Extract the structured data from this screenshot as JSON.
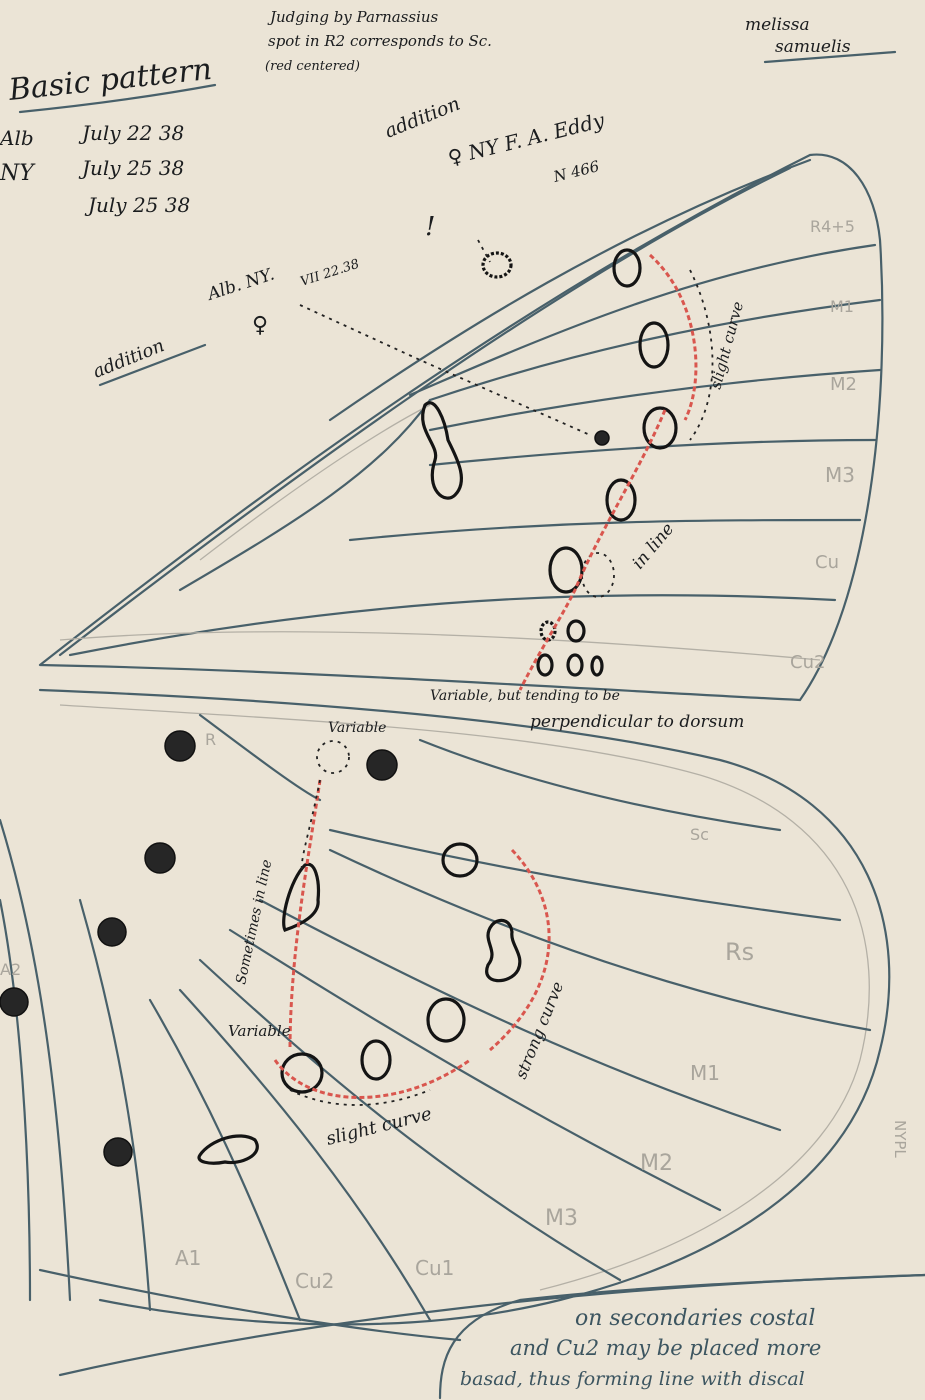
{
  "header": {
    "title": "Basic pattern",
    "note_top": [
      "Judging by Parnassius",
      "spot in R2 corresponds to Sc.",
      "(red centered)"
    ],
    "species": [
      "melissa",
      "samuelis"
    ],
    "localities": [
      "Alb",
      "NY"
    ],
    "dates": [
      "July 22 38",
      "July 25 38",
      "July 25 38"
    ]
  },
  "forewing": {
    "addition_1": "addition",
    "addition_1_specimen": [
      "♀ NY F. A. Eddy",
      "N 466"
    ],
    "exclamation": "!",
    "addition_2": "addition",
    "addition_2_specimen": [
      "Alb. NY.",
      "♀",
      "VII 22.38"
    ],
    "vein_labels": [
      "R4+5",
      "M1",
      "M2",
      "M3",
      "Cu",
      "Cu2"
    ],
    "notes": {
      "slight_curve": "slight curve",
      "in_line": "in line",
      "variable": [
        "Variable, but tending to be",
        "perpendicular to dorsum"
      ]
    }
  },
  "hindwing": {
    "vein_labels": [
      "R",
      "Sc",
      "Rs",
      "M1",
      "M2",
      "M3",
      "Cu1",
      "Cu2",
      "A1",
      "A2"
    ],
    "notes": {
      "variable_top": "Variable",
      "sometimes_in_line": "Sometimes in line",
      "strong_curve": "strong curve",
      "variable_bottom": "Variable",
      "slight_curve": "slight curve"
    }
  },
  "footer_note": [
    "on secondaries costal",
    "and Cu2 may be placed more",
    "basad, thus forming line with discal"
  ],
  "stamp": "NYPL",
  "colors": {
    "paper": "#ebe4d6",
    "ink": "#1b1d1f",
    "pen": "#3c5560",
    "red_pencil": "#d9564e"
  }
}
